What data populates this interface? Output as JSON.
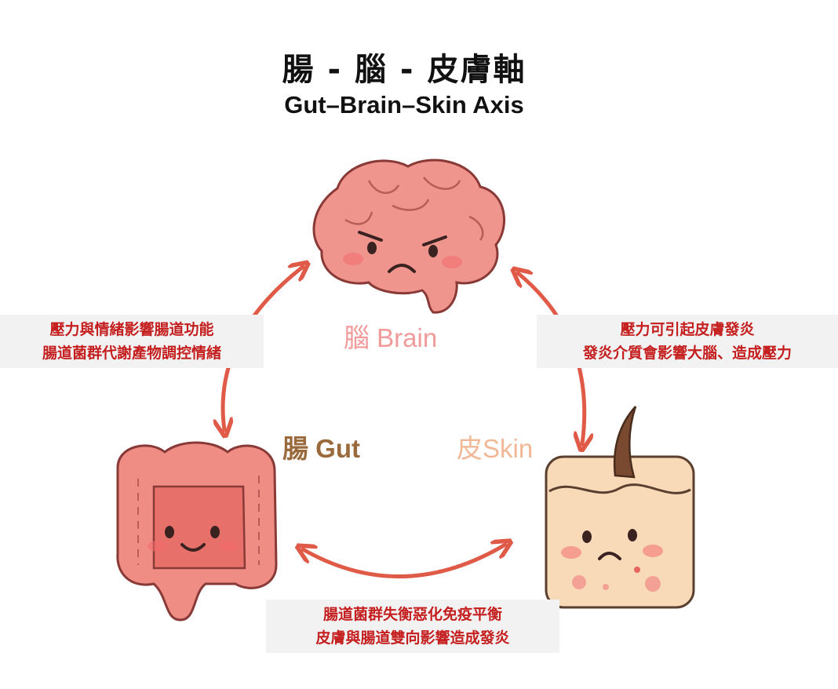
{
  "title": {
    "zh": "腸 - 腦 - 皮膚軸",
    "en": "Gut–Brain–Skin Axis"
  },
  "nodes": {
    "brain": "腦 Brain",
    "gut": "腸 Gut",
    "skin": "皮Skin"
  },
  "notes": {
    "left": [
      "壓力與情緒影響腸道功能",
      "腸道菌群代謝產物調控情緒"
    ],
    "right": [
      "壓力可引起皮膚發炎",
      "發炎介質會影響大腦、造成壓力"
    ],
    "bottom": [
      "腸道菌群失衡惡化免疫平衡",
      "皮膚與腸道雙向影響造成發炎"
    ]
  },
  "colors": {
    "arrow": "#e05a48",
    "brain": "#f0948e",
    "gut": "#ef8d85",
    "skin": "#f8d9b8",
    "note_text": "#c41e1e",
    "note_bg": "#f2f2f2"
  }
}
